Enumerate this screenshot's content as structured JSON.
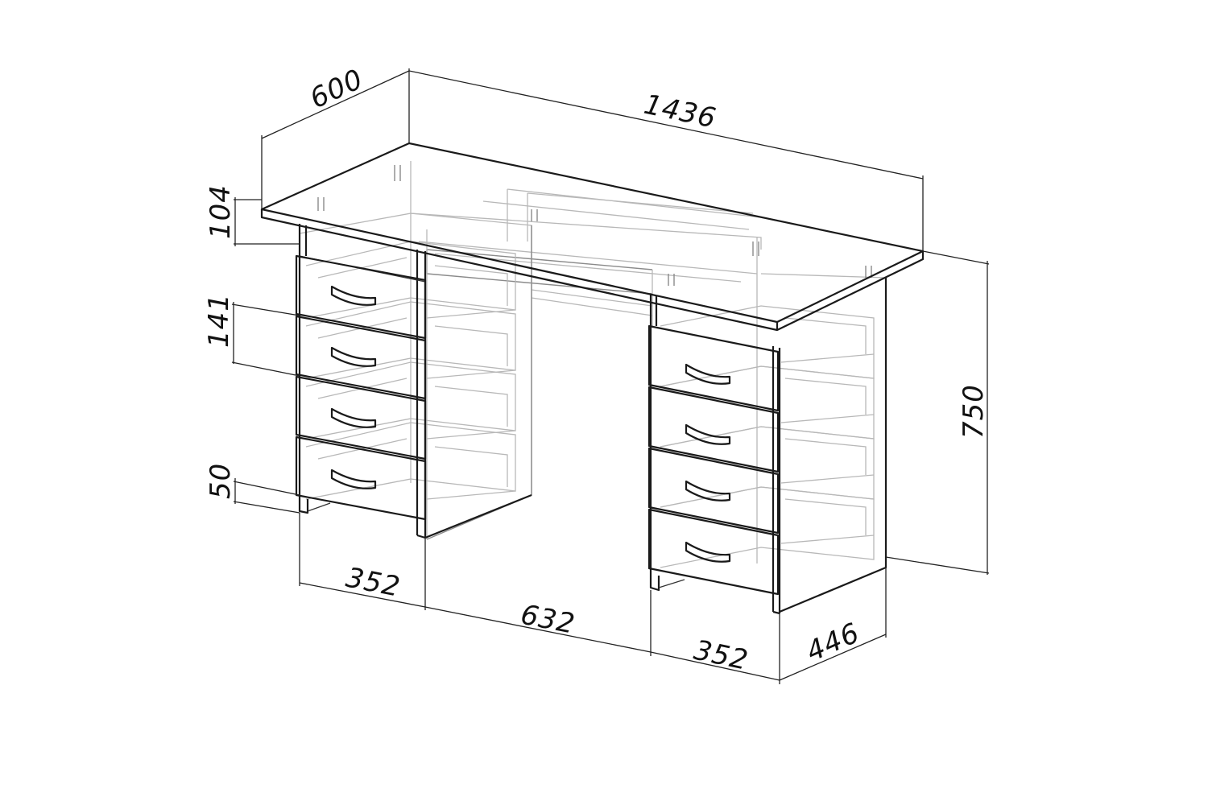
{
  "dimensions": {
    "depth_top": "600",
    "width_total": "1436",
    "top_thickness": "104",
    "drawer_height": "141",
    "plinth_height": "50",
    "height_total": "750",
    "left_pedestal_width": "352",
    "knee_space_width": "632",
    "right_pedestal_width": "352",
    "pedestal_depth": "446"
  }
}
